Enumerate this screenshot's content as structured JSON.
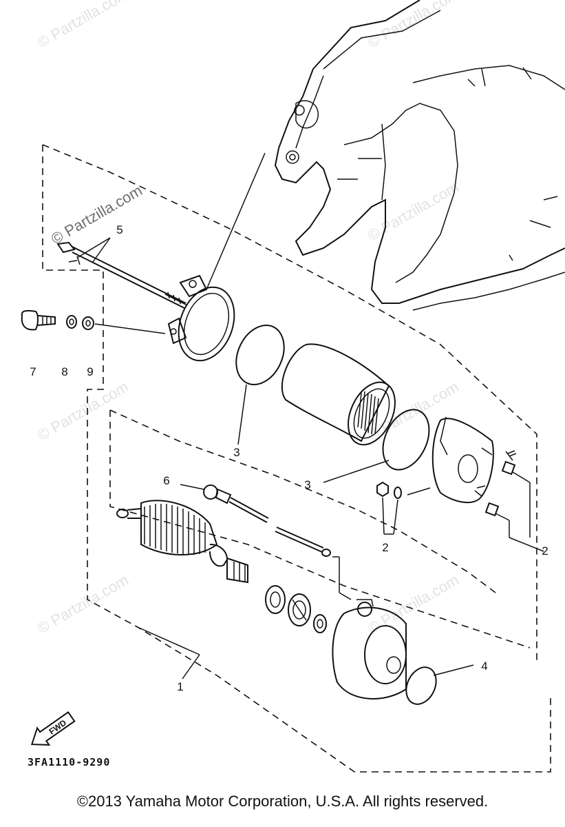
{
  "watermark": "© Partzilla.com",
  "callouts": {
    "c1": "1",
    "c2a": "2",
    "c2b": "2",
    "c3a": "3",
    "c3b": "3",
    "c4": "4",
    "c5": "5",
    "c6": "6",
    "c7": "7",
    "c8": "8",
    "c9": "9"
  },
  "fwd_label": "FWD",
  "diagram_code": "3FA1110-9290",
  "copyright": "©2013  Yamaha Motor Corporation, U.S.A. All rights reserved."
}
